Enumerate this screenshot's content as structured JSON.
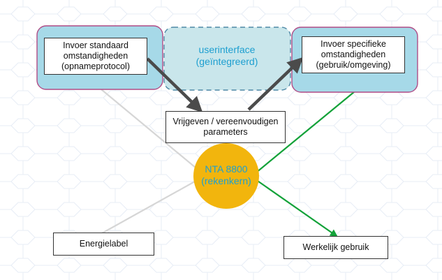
{
  "nodes": {
    "input_standard": "Invoer standaard\nomstandigheden\n(opnameprotocol)",
    "user_interface": "userinterface\n(geïntegreerd)",
    "input_specific": "Invoer specifieke\nomstandigheden\n(gebruik/omgeving)",
    "release_parameters": "Vrijgeven / vereenvoudigen\nparameters",
    "calculation_core": "NTA 8800\n(rekenkern)",
    "energy_label": "Energielabel",
    "actual_use": "Werkelijk gebruik"
  },
  "colors": {
    "frame_fill": "#a6d9e8",
    "frame_border": "#b04c86",
    "interface_fill": "#c9e6eb",
    "interface_text": "#1d9fd0",
    "core_fill": "#f2b50d",
    "core_text": "#1ea0cf",
    "arrow_dark": "#4b4b4b",
    "line_gray": "#d6d6d6",
    "line_green": "#13a239"
  }
}
